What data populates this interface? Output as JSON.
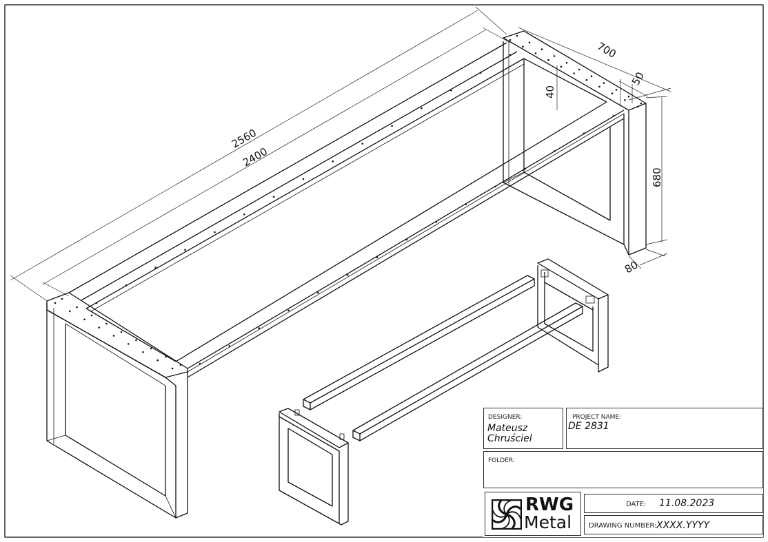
{
  "dimensions": {
    "overall_length": "2560",
    "inner_length": "2400",
    "width": "700",
    "leg_depth": "50",
    "beam_height": "40",
    "height": "680",
    "leg_width": "80"
  },
  "title_block": {
    "designer_label": "DESIGNER:",
    "designer_first": "Mateusz",
    "designer_last": "Chruściel",
    "project_label": "PROJECT NAME:",
    "project_value": "DE 2831",
    "folder_label": "FOLDER:",
    "folder_value": "",
    "logo_line1": "RWG",
    "logo_line2": "Metal",
    "date_label": "DATE:",
    "date_value": "11.08.2023",
    "drawing_number_label": "DRAWING NUMBER:",
    "drawing_number_value": "XXXX.YYYY"
  }
}
